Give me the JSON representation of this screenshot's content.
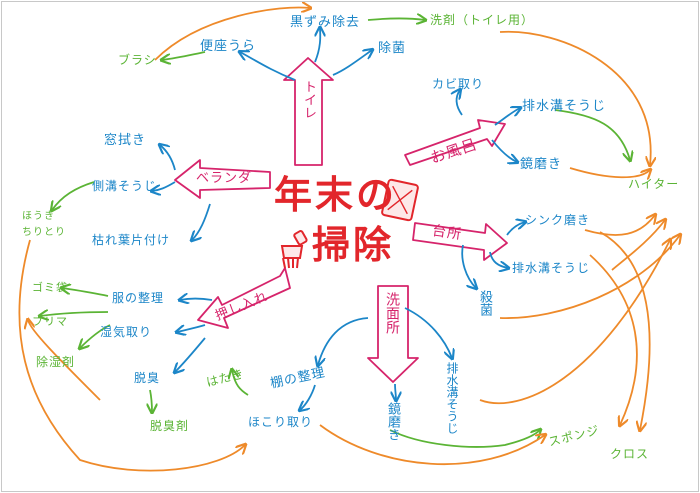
{
  "center": {
    "line1": "年末の",
    "line2": "掃除"
  },
  "colors": {
    "blue": "#1c86c8",
    "green": "#5bb435",
    "magenta": "#d6246b",
    "orange": "#ee8a2a",
    "red": "#e2262b"
  },
  "branches": {
    "toilet": {
      "label": "トイレ",
      "items": [
        "便座うら",
        "黒ずみ除去",
        "除菌"
      ],
      "sub": {
        "brush": "ブラシ",
        "detergent": "洗剤（トイレ用）"
      }
    },
    "bath": {
      "label": "お風呂",
      "items": [
        "カビ取り",
        "排水溝そうじ",
        "鏡磨き"
      ]
    },
    "veranda": {
      "label": "ベランダ",
      "items": [
        "窓拭き",
        "側溝そうじ",
        "枯れ葉片付け"
      ],
      "sub": {
        "broom": "ほうき",
        "dustpan": "ちりとり"
      }
    },
    "kitchen": {
      "label": "台所",
      "items": [
        "シンク磨き",
        "排水溝そうじ",
        "殺菌"
      ]
    },
    "closet": {
      "label": "押し入れ",
      "items": [
        "服の整理",
        "湿気取り",
        "脱臭"
      ],
      "sub": {
        "trashbag": "ゴミ袋",
        "flea": "フリマ",
        "desiccant": "除湿剤",
        "deodorizer": "脱臭剤"
      }
    },
    "washroom": {
      "label": "洗面所",
      "items": [
        "棚の整理",
        "ほこり取り",
        "鏡磨き",
        "排水溝そうじ"
      ],
      "sub": {
        "duster": "はたき"
      }
    }
  },
  "tools": {
    "haiter": "ハイター",
    "sponge": "スポンジ",
    "cloth": "クロス"
  }
}
